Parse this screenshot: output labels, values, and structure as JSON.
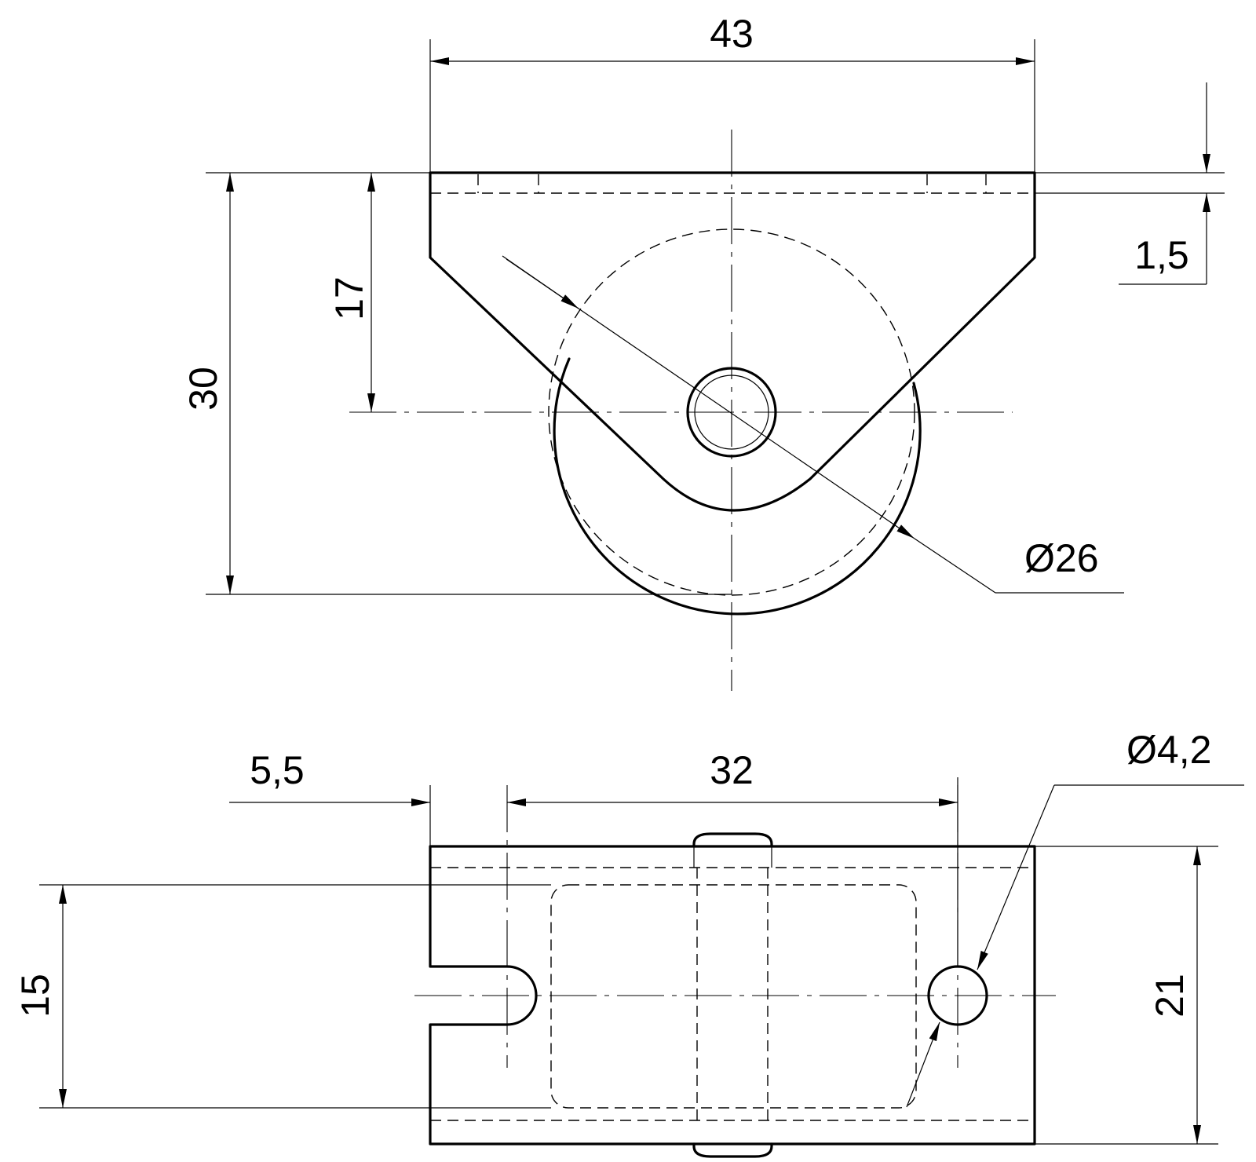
{
  "front_view": {
    "dims": {
      "width": "43",
      "height_total": "30",
      "height_axle": "17",
      "plate_thickness": "1,5",
      "wheel_diameter": "Ø26"
    }
  },
  "top_view": {
    "dims": {
      "slot_offset": "5,5",
      "hole_spacing": "32",
      "hole_diameter": "Ø4,2",
      "inner_width": "15",
      "outer_width": "21"
    }
  }
}
